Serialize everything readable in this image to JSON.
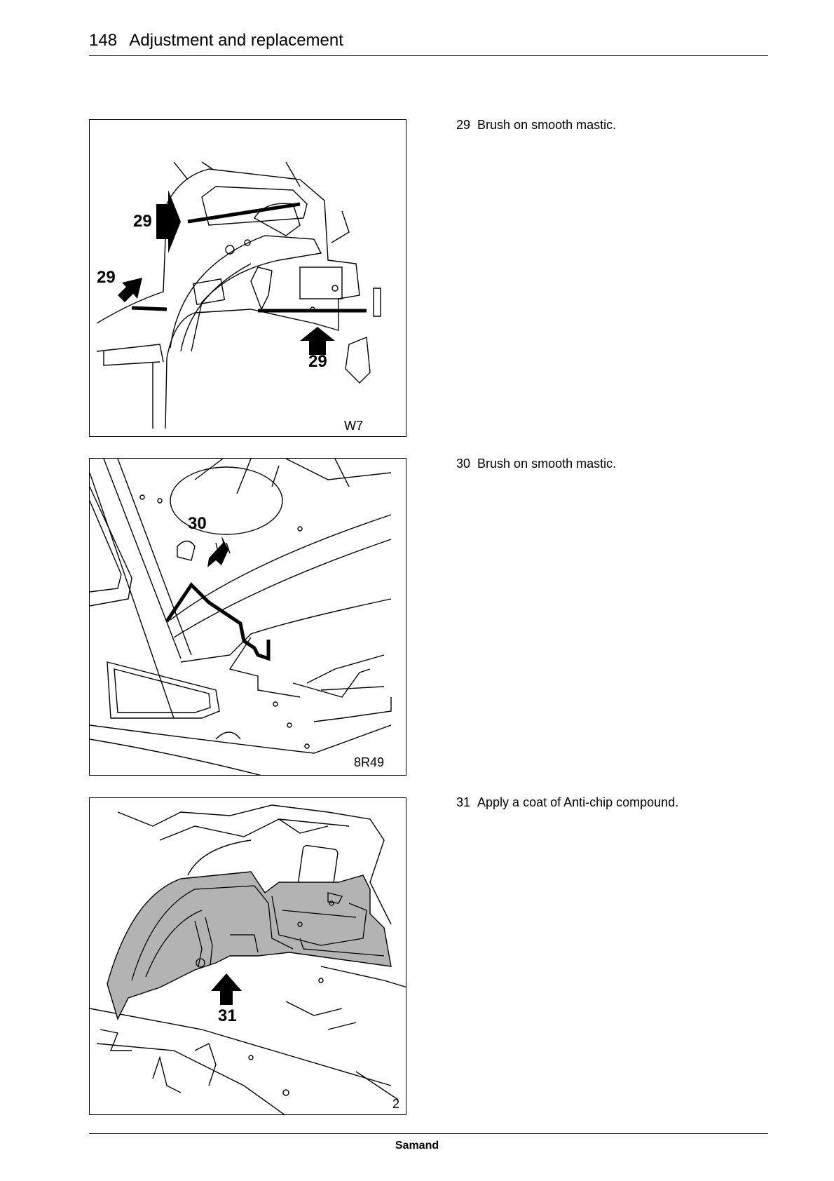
{
  "header": {
    "page_number": "148",
    "title": "Adjustment and replacement"
  },
  "figures": [
    {
      "code": "W7",
      "callouts": [
        "29",
        "29",
        "29"
      ]
    },
    {
      "code": "8R49",
      "callouts": [
        "30"
      ]
    },
    {
      "code": "2",
      "callouts": [
        "31"
      ]
    }
  ],
  "steps": [
    {
      "number": "29",
      "text": "Brush on smooth mastic."
    },
    {
      "number": "30",
      "text": "Brush on smooth mastic."
    },
    {
      "number": "31",
      "text": "Apply a coat of Anti-chip compound."
    }
  ],
  "footer": {
    "brand": "Samand"
  }
}
